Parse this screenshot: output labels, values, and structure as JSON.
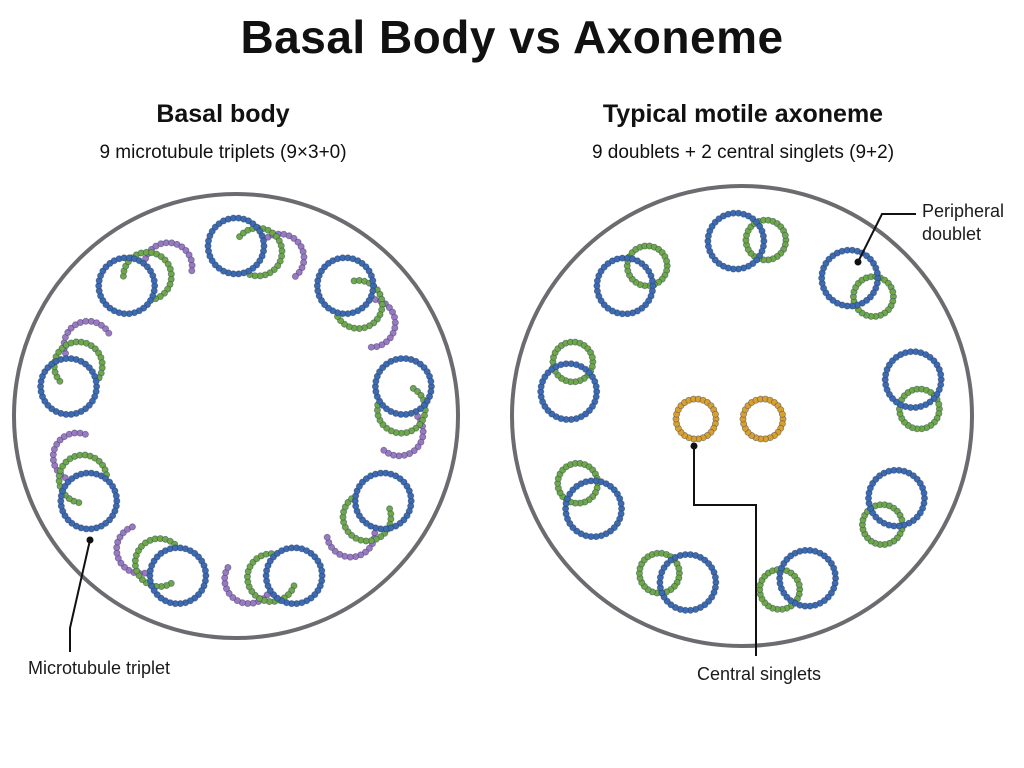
{
  "title": "Basal Body vs Axoneme",
  "left_panel": {
    "heading": "Basal body",
    "subheading": "9 microtubule triplets (9×3+0)",
    "callout": "Microtubule triplet"
  },
  "right_panel": {
    "heading": "Typical motile axoneme",
    "subheading": "9 doublets + 2 central singlets (9+2)",
    "callout_peripheral_line1": "Peripheral",
    "callout_peripheral_line2": "doublet",
    "callout_central": "Central singlets"
  },
  "colors": {
    "outline": "#6b6b70",
    "a_tubule": "#3c6bb3",
    "b_tubule": "#6ea84a",
    "c_tubule": "#9a79c2",
    "central": "#d9a02f"
  }
}
